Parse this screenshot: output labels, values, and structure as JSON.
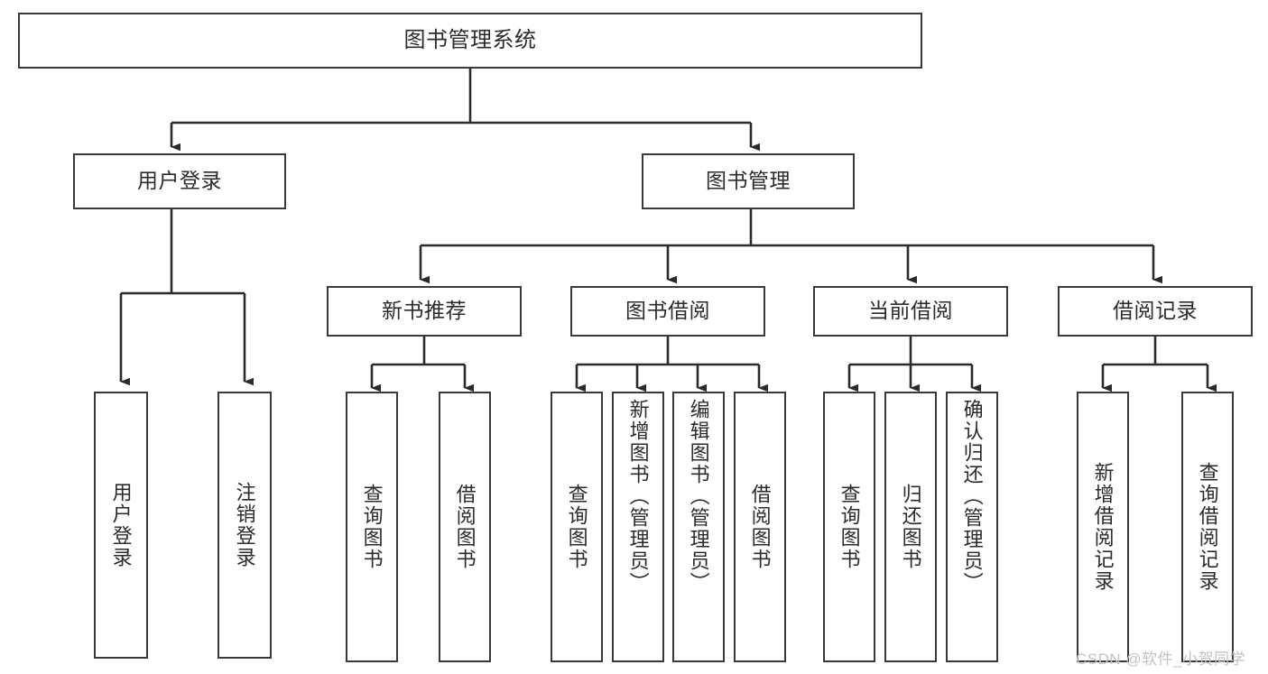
{
  "diagram": {
    "type": "tree-hierarchy-diagram",
    "title": "图书管理系统",
    "orientation": "top-down",
    "watermark": "CSDN @软件_小贺同学",
    "colors": {
      "box_border": "#3a3a3a",
      "box_fill": "#ffffff",
      "edge": "#2b2b2b",
      "text": "#2b2b2b",
      "background": "#ffffff",
      "watermark": "#c3c3c3"
    },
    "levels": {
      "level1": [
        "图书管理系统"
      ],
      "level2": [
        "用户登录",
        "图书管理"
      ],
      "level3": [
        "新书推荐",
        "图书借阅",
        "当前借阅",
        "借阅记录"
      ],
      "level4": [
        "用户登录",
        "注销登录",
        "查询图书",
        "借阅图书",
        "查询图书",
        "新增图书（管理员）",
        "编辑图书（管理员）",
        "借阅图书",
        "查询图书",
        "归还图书",
        "确认归还（管理员）",
        "新增借阅记录",
        "查询借阅记录"
      ]
    },
    "nodes": {
      "root": {
        "label": "图书管理系统"
      },
      "user_login": {
        "label": "用户登录"
      },
      "book_manage": {
        "label": "图书管理"
      },
      "new_book_rec": {
        "label": "新书推荐"
      },
      "book_borrow": {
        "label": "图书借阅"
      },
      "current_borrow": {
        "label": "当前借阅"
      },
      "borrow_record": {
        "label": "借阅记录"
      },
      "leaf_user_login": {
        "label": "用户登录"
      },
      "leaf_user_logout": {
        "label": "注销登录"
      },
      "leaf_rec_query": {
        "label": "查询图书"
      },
      "leaf_rec_borrow": {
        "label": "借阅图书"
      },
      "leaf_borrow_query": {
        "label": "查询图书"
      },
      "leaf_borrow_add": {
        "label": "新增图书（管理员）"
      },
      "leaf_borrow_edit": {
        "label": "编辑图书（管理员）"
      },
      "leaf_borrow_lend": {
        "label": "借阅图书"
      },
      "leaf_cur_query": {
        "label": "查询图书"
      },
      "leaf_cur_return": {
        "label": "归还图书"
      },
      "leaf_cur_confirm": {
        "label": "确认归还（管理员）"
      },
      "leaf_rec_add": {
        "label": "新增借阅记录"
      },
      "leaf_rec_search": {
        "label": "查询借阅记录"
      }
    },
    "edges": [
      {
        "from": "root",
        "to": "user_login"
      },
      {
        "from": "root",
        "to": "book_manage"
      },
      {
        "from": "user_login",
        "to": "leaf_user_login"
      },
      {
        "from": "user_login",
        "to": "leaf_user_logout"
      },
      {
        "from": "book_manage",
        "to": "new_book_rec"
      },
      {
        "from": "book_manage",
        "to": "book_borrow"
      },
      {
        "from": "book_manage",
        "to": "current_borrow"
      },
      {
        "from": "book_manage",
        "to": "borrow_record"
      },
      {
        "from": "new_book_rec",
        "to": "leaf_rec_query"
      },
      {
        "from": "new_book_rec",
        "to": "leaf_rec_borrow"
      },
      {
        "from": "book_borrow",
        "to": "leaf_borrow_query"
      },
      {
        "from": "book_borrow",
        "to": "leaf_borrow_add"
      },
      {
        "from": "book_borrow",
        "to": "leaf_borrow_edit"
      },
      {
        "from": "book_borrow",
        "to": "leaf_borrow_lend"
      },
      {
        "from": "current_borrow",
        "to": "leaf_cur_query"
      },
      {
        "from": "current_borrow",
        "to": "leaf_cur_return"
      },
      {
        "from": "current_borrow",
        "to": "leaf_cur_confirm"
      },
      {
        "from": "borrow_record",
        "to": "leaf_rec_add"
      },
      {
        "from": "borrow_record",
        "to": "leaf_rec_search"
      }
    ]
  }
}
